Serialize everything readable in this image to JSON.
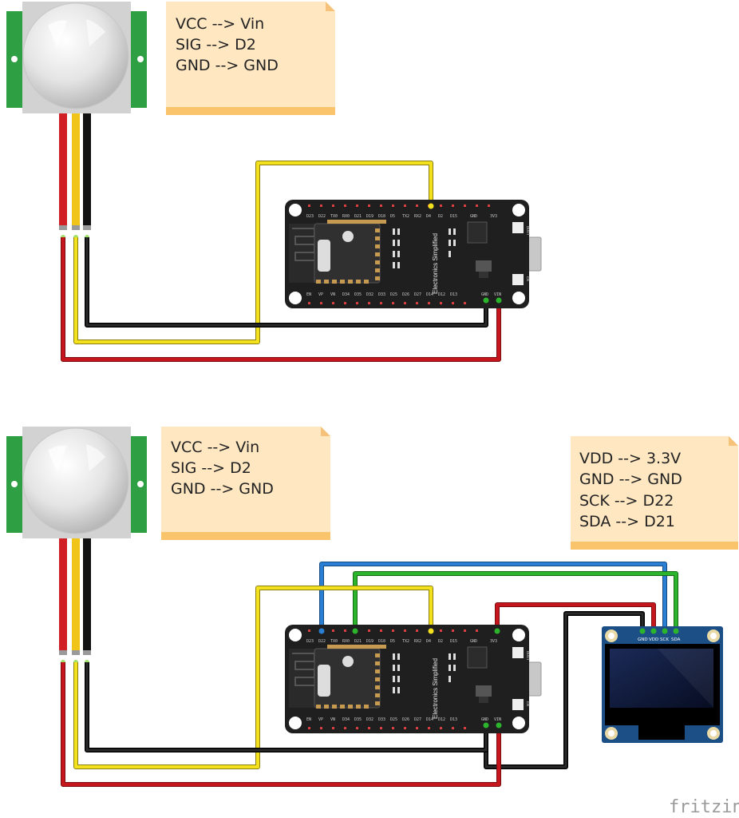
{
  "notes": {
    "top_pir": [
      "VCC --> Vin",
      "SIG --> D2",
      "GND --> GND"
    ],
    "bottom_pir": [
      "VCC --> Vin",
      "SIG --> D2",
      "GND --> GND"
    ],
    "oled": [
      "VDD --> 3.3V",
      "GND --> GND",
      "SCK --> D22",
      "SDA --> D21"
    ]
  },
  "board": {
    "title": "Electronics Simplified",
    "top_pins": [
      "D23",
      "D22",
      "TX0",
      "RX0",
      "D21",
      "D19",
      "D18",
      "D5",
      "TX2",
      "RX2",
      "D4",
      "D2",
      "D15",
      "GND",
      "3V3"
    ],
    "bottom_pins": [
      "EN",
      "VP",
      "VN",
      "D34",
      "D35",
      "D32",
      "D33",
      "D25",
      "D26",
      "D27",
      "D14",
      "D12",
      "D13",
      "GND",
      "VIN"
    ],
    "boot_label": "BOOT",
    "en_label": "EN"
  },
  "oled_pins": [
    "GND",
    "VDD",
    "SCK",
    "SDA"
  ],
  "watermark": "fritzing",
  "colors": {
    "wire_red": "#c4161c",
    "wire_yellow": "#f4e11e",
    "wire_black": "#1a1a1a",
    "wire_blue": "#2a7fd4",
    "wire_green": "#2cb52c",
    "note_fill": "#ffe7c2",
    "board": "#1f1f1f",
    "pir_green": "#2ea043"
  }
}
